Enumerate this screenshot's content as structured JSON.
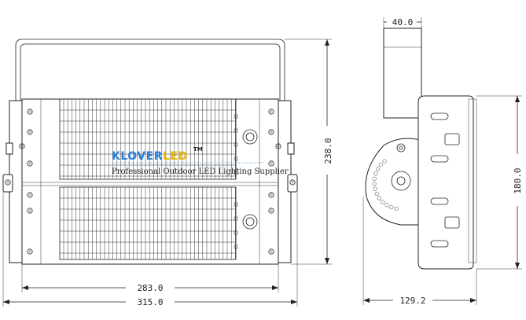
{
  "dimensions": {
    "top_width": "40.0",
    "height_overall": "238.0",
    "height_side": "180.0",
    "inner_width": "283.0",
    "outer_width": "315.0",
    "depth": "129.2"
  },
  "logo": {
    "part1": "KLOVER",
    "part2": "LED",
    "tm": "TM",
    "slogan": "Professional Outdoor LED Lighting Supplier"
  },
  "colors": {
    "logo_blue": "#2a7fd4",
    "logo_yellow": "#e8b400",
    "line": "#222222"
  }
}
